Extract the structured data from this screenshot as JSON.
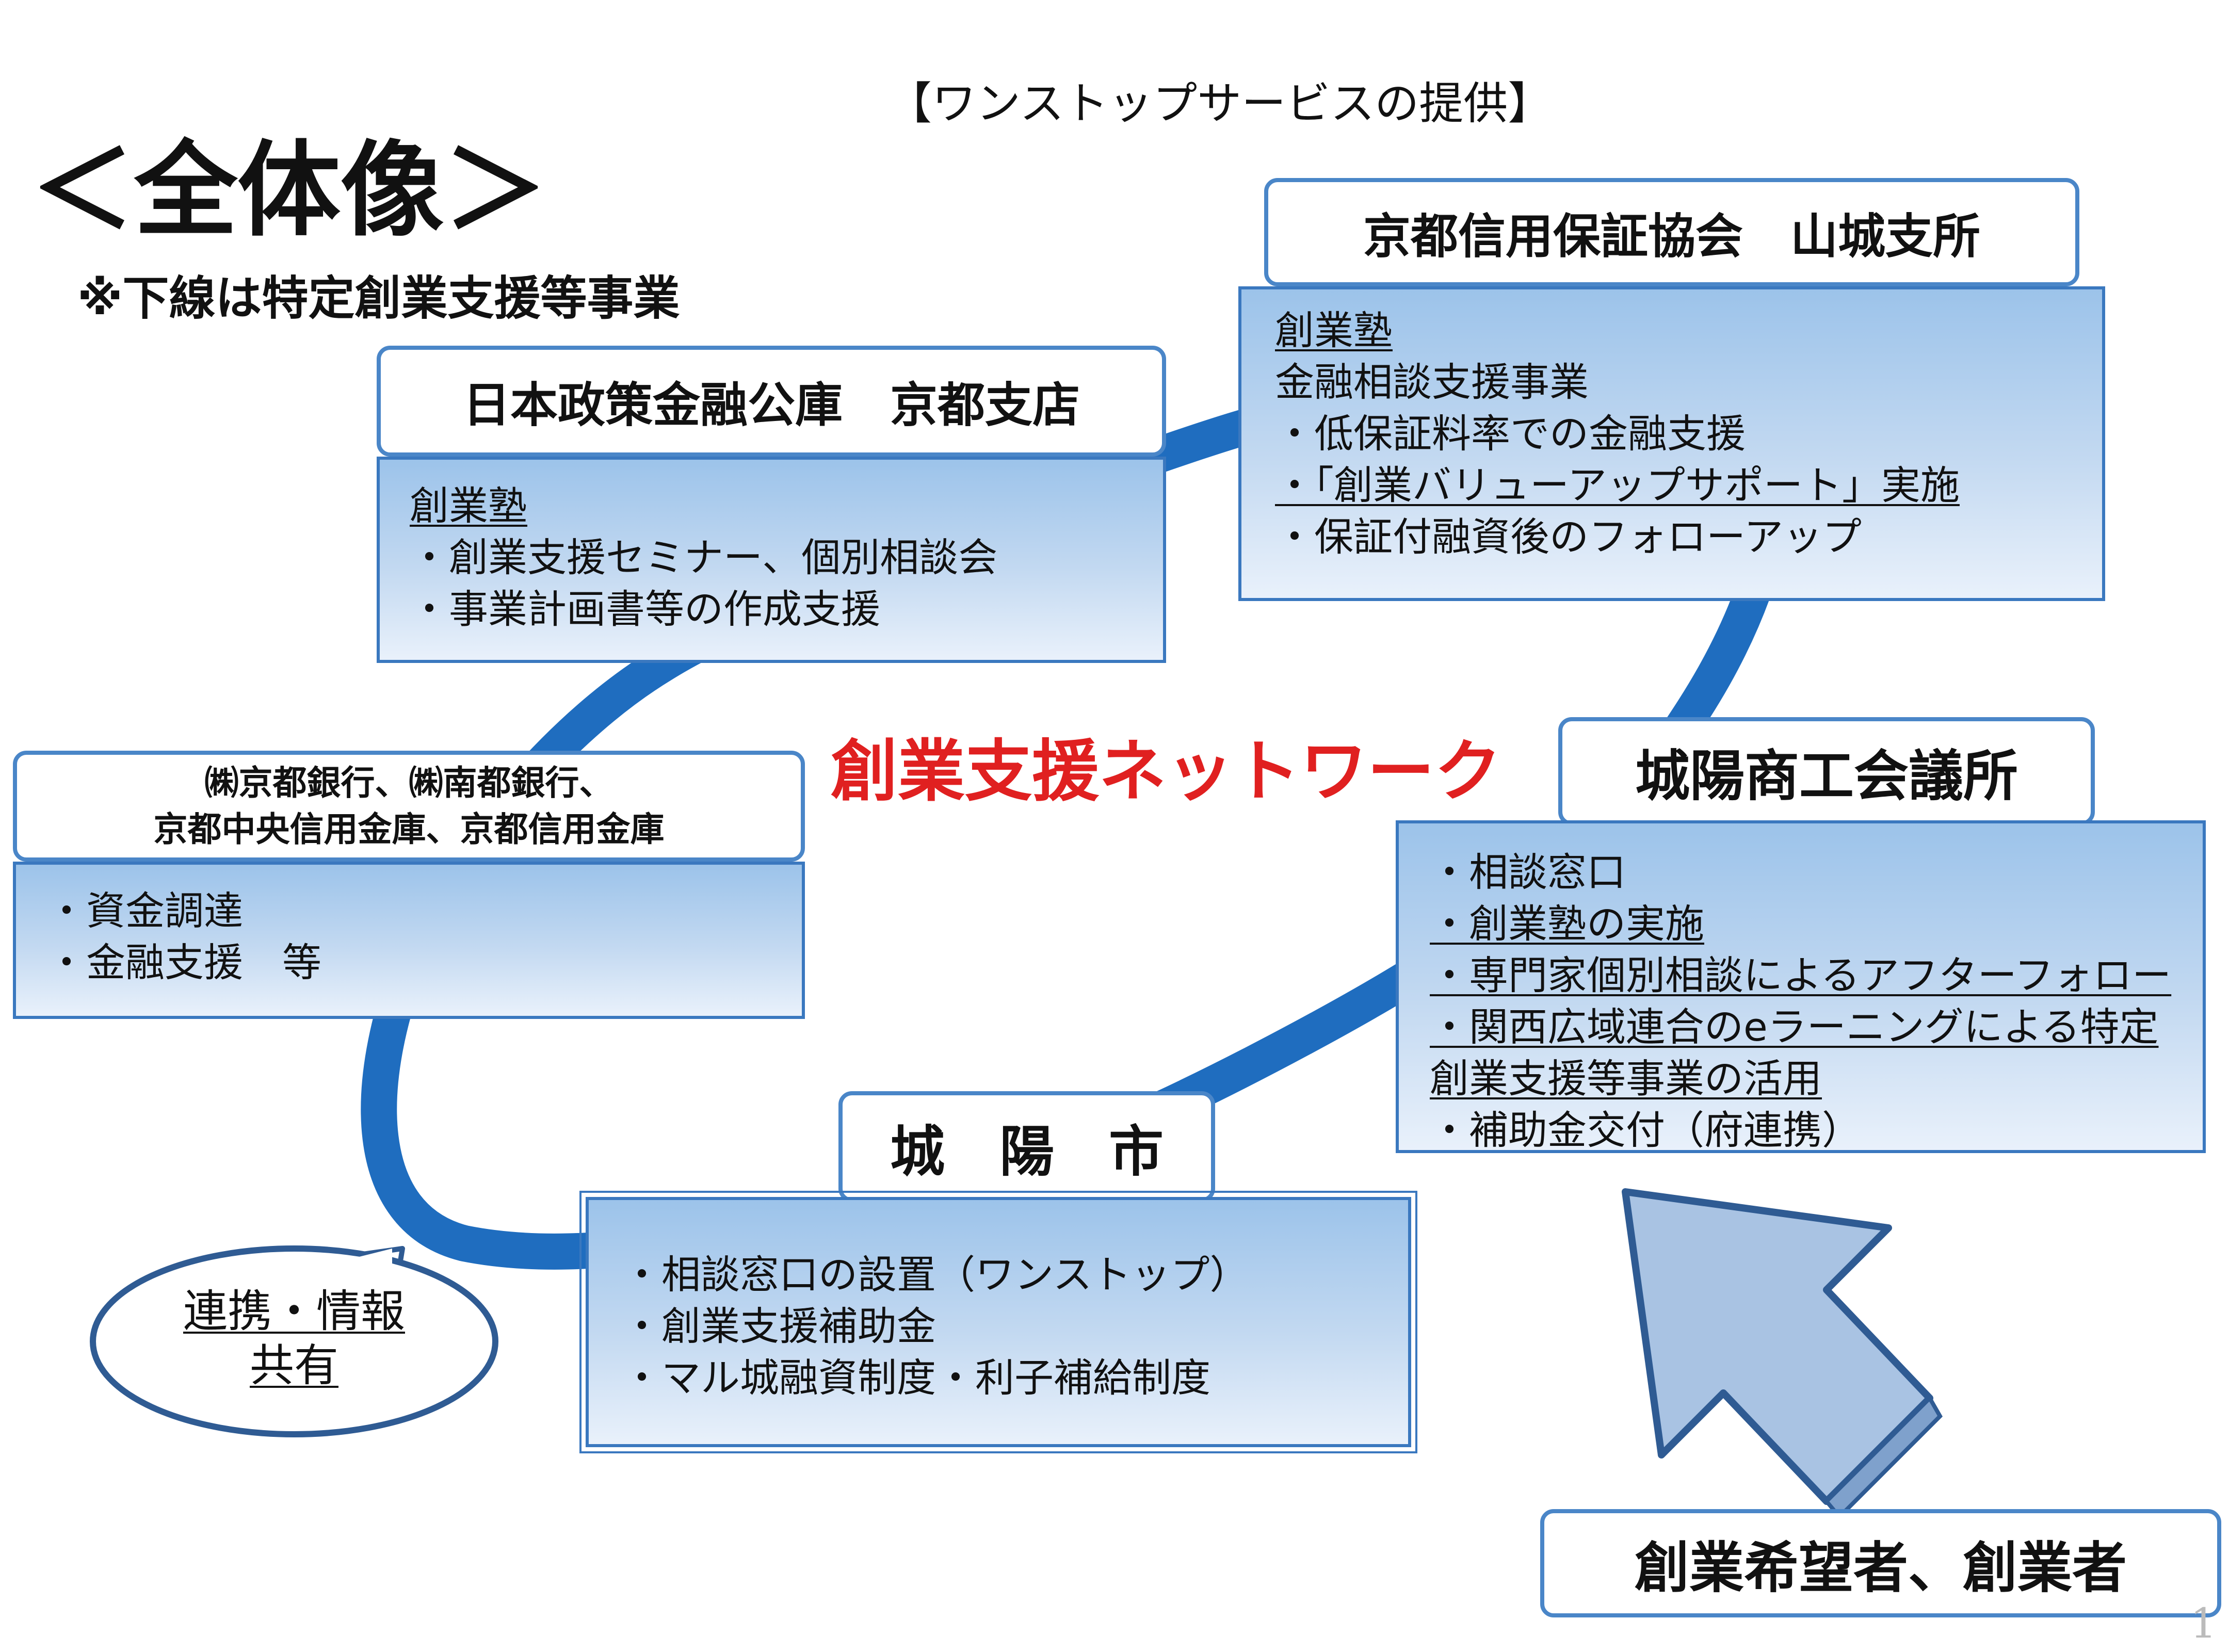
{
  "header": {
    "service_title": "【ワンストップサービスの提供】",
    "overview_title": "＜全体像＞",
    "note": "※下線は特定創業支援等事業"
  },
  "network_label": "創業支援ネットワーク",
  "colors": {
    "network_line": "#1f6dbf",
    "box_border": "#4a86c8",
    "network_label": "#e02020"
  },
  "nodes": {
    "jfc": {
      "title": "日本政策金融公庫　京都支店",
      "lines": [
        {
          "text": "創業塾",
          "underline": true
        },
        {
          "text": "・創業支援セミナー、個別相談会",
          "underline": false
        },
        {
          "text": "・事業計画書等の作成支援",
          "underline": false
        }
      ]
    },
    "guarantee": {
      "title": "京都信用保証協会　山城支所",
      "lines": [
        {
          "text": "創業塾",
          "underline": true
        },
        {
          "text": "金融相談支援事業",
          "underline": false
        },
        {
          "text": "・低保証料率での金融支援",
          "underline": false
        },
        {
          "text": "・「創業バリューアップサポート」実施",
          "underline": true
        },
        {
          "text": "・保証付融資後のフォローアップ",
          "underline": false
        }
      ]
    },
    "banks": {
      "title_line1": "㈱京都銀行、㈱南都銀行、",
      "title_line2": "京都中央信用金庫、京都信用金庫",
      "lines": [
        {
          "text": "・資金調達",
          "underline": false
        },
        {
          "text": "・金融支援　等",
          "underline": false
        }
      ]
    },
    "chamber": {
      "title": "城陽商工会議所",
      "lines": [
        {
          "text": "・相談窓口",
          "underline": false
        },
        {
          "text": "・創業塾の実施",
          "underline": true
        },
        {
          "text": "・専門家個別相談によるアフターフォロー",
          "underline": true
        },
        {
          "text": "・関西広域連合のeラーニングによる特定",
          "underline": true
        },
        {
          "text": "創業支援等事業の活用",
          "underline": true
        },
        {
          "text": "・補助金交付（府連携）",
          "underline": false
        }
      ]
    },
    "city": {
      "title": "城　陽　市",
      "lines": [
        {
          "text": "・相談窓口の設置（ワンストップ）",
          "underline": false
        },
        {
          "text": "・創業支援補助金",
          "underline": false
        },
        {
          "text": "・マル城融資制度・利子補給制度",
          "underline": false
        }
      ]
    }
  },
  "callout": {
    "line1": "連携・情報",
    "line2": "共有"
  },
  "entrepreneurs": "創業希望者、創業者",
  "page_number": "1"
}
